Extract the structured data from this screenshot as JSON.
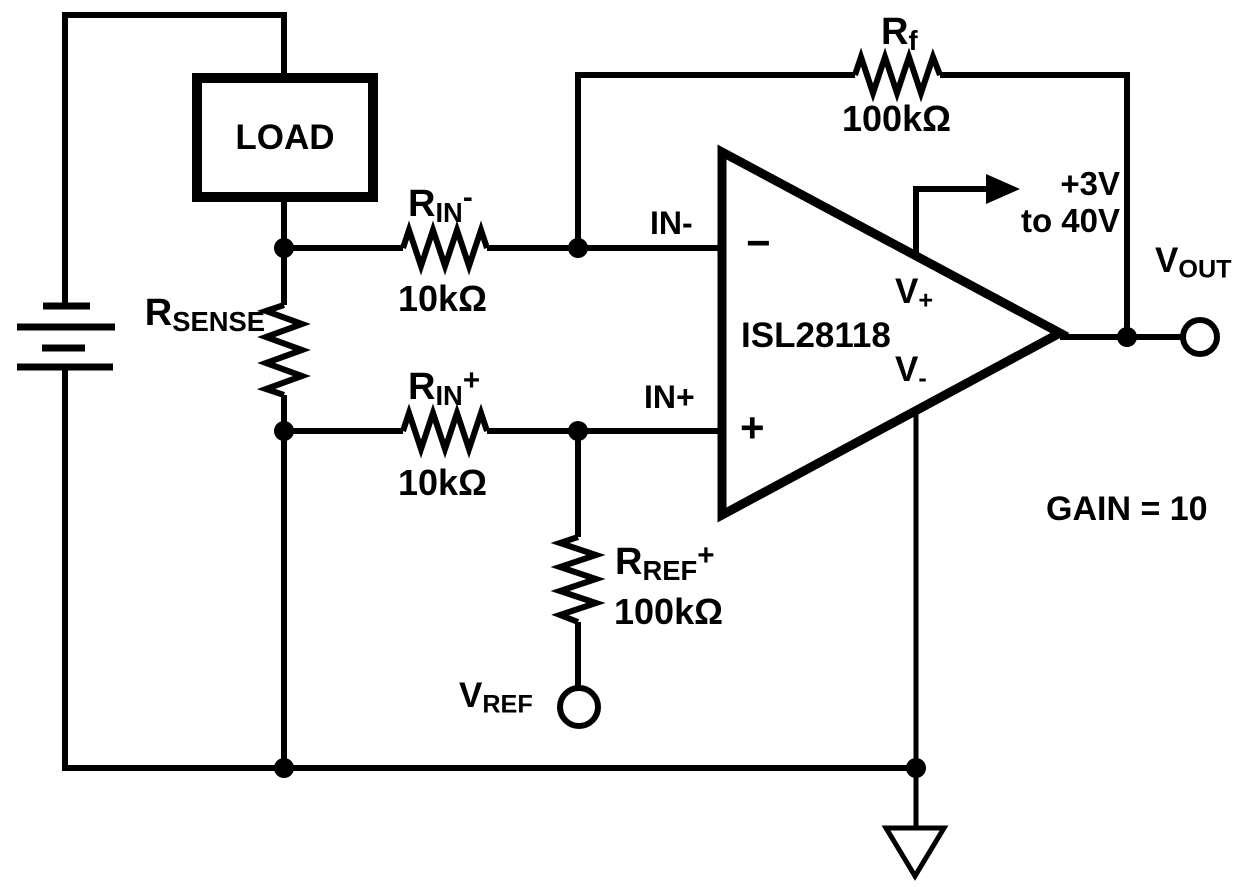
{
  "colors": {
    "ink": "#000000",
    "background": "#ffffff"
  },
  "load": {
    "label": "LOAD"
  },
  "r_sense": {
    "main": "R",
    "sub": "SENSE"
  },
  "r_in_minus": {
    "main": "R",
    "sub": "IN",
    "sup": "-",
    "value": "10kΩ"
  },
  "r_in_plus": {
    "main": "R",
    "sub": "IN",
    "sup": "+",
    "value": "10kΩ"
  },
  "r_f": {
    "main": "R",
    "sub": "f",
    "value": "100kΩ"
  },
  "r_ref": {
    "main": "R",
    "sub": "REF",
    "sup": "+",
    "value": "100kΩ"
  },
  "opamp": {
    "part": "ISL28118",
    "in_minus": "IN-",
    "in_plus": "IN+",
    "minus_mark": "−",
    "plus_mark": "+",
    "v_plus_main": "V",
    "v_plus_sub": "+",
    "v_minus_main": "V",
    "v_minus_sub": "-"
  },
  "supply": {
    "line1": "+3V",
    "line2": "to 40V"
  },
  "v_out": {
    "main": "V",
    "sub": "OUT"
  },
  "v_ref": {
    "main": "V",
    "sub": "REF"
  },
  "gain": "GAIN = 10"
}
